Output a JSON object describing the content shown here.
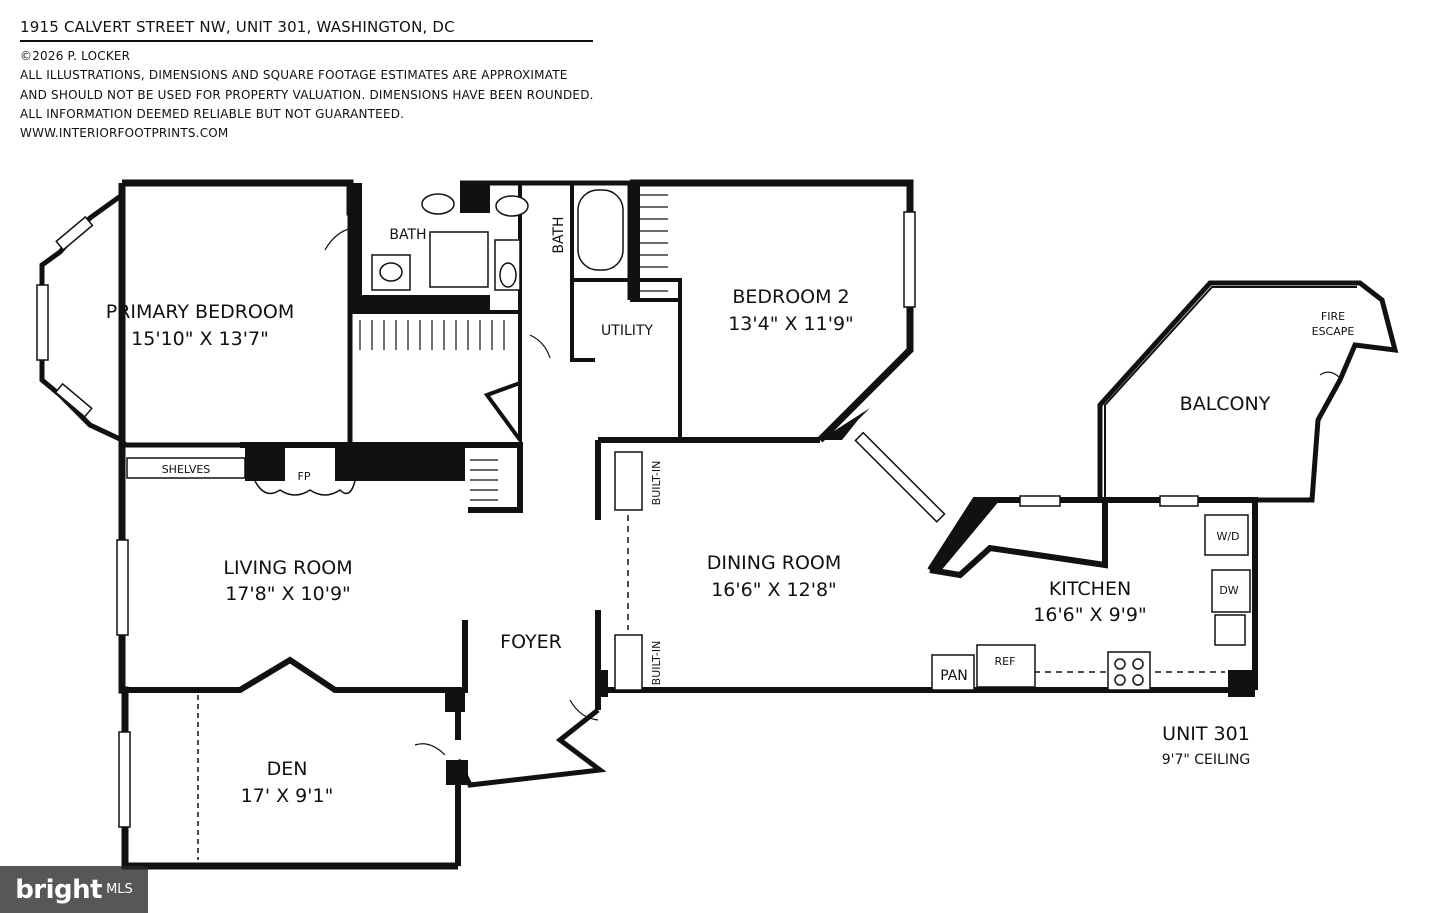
{
  "header": {
    "address": "1915 CALVERT STREET NW, UNIT 301, WASHINGTON, DC",
    "copyright": "©2026 P. LOCKER",
    "disclaimer_1": "ALL ILLUSTRATIONS, DIMENSIONS AND SQUARE FOOTAGE ESTIMATES ARE APPROXIMATE",
    "disclaimer_2": "AND  SHOULD NOT BE USED FOR PROPERTY VALUATION. DIMENSIONS HAVE BEEN ROUNDED.",
    "disclaimer_3": "ALL INFORMATION DEEMED RELIABLE BUT NOT GUARANTEED.",
    "website": "WWW.INTERIORFOOTPRINTS.COM"
  },
  "rooms": {
    "primary_bedroom": {
      "name": "PRIMARY BEDROOM",
      "dims": "15'10\" X 13'7\""
    },
    "bath_1": {
      "name": "BATH"
    },
    "bath_2": {
      "name": "BATH"
    },
    "utility": {
      "name": "UTILITY"
    },
    "bedroom_2": {
      "name": "BEDROOM 2",
      "dims": "13'4\" X 11'9\""
    },
    "balcony": {
      "name": "BALCONY"
    },
    "fire_escape": {
      "line1": "FIRE",
      "line2": "ESCAPE"
    },
    "shelves": {
      "name": "SHELVES"
    },
    "fireplace": {
      "name": "FP"
    },
    "living_room": {
      "name": "LIVING ROOM",
      "dims": "17'8\" X 10'9\""
    },
    "foyer": {
      "name": "FOYER"
    },
    "built_in_1": {
      "name": "BUILT-IN"
    },
    "built_in_2": {
      "name": "BUILT-IN"
    },
    "dining_room": {
      "name": "DINING ROOM",
      "dims": "16'6\" X 12'8\""
    },
    "kitchen": {
      "name": "KITCHEN",
      "dims": "16'6\" X 9'9\""
    },
    "washer_dryer": {
      "name": "W/D"
    },
    "dishwasher": {
      "name": "DW"
    },
    "pantry": {
      "name": "PAN"
    },
    "refrigerator": {
      "name": "REF"
    },
    "den": {
      "name": "DEN",
      "dims": "17' X 9'1\""
    }
  },
  "unit": {
    "name": "UNIT 301",
    "ceiling": "9'7\" CEILING"
  },
  "watermark": {
    "brand": "bright",
    "suffix": "MLS"
  }
}
